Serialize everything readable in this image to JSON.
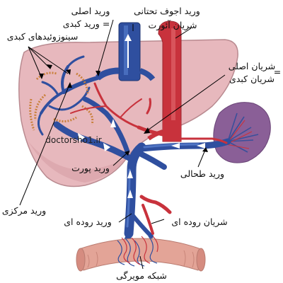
{
  "labels": {
    "inferior_vena_cava": "ورید اجوف تحتانی",
    "hepatic_vein_l1": "ورید اصلی",
    "hepatic_vein_l2": "ورید کبدی =",
    "sinusoids": "سینوزوئیدهای کبدی",
    "aorta": "شریان آئورت",
    "hepatic_artery_l1": "شریان اصلی",
    "hepatic_artery_l2": "شریان کبدی",
    "hepatic_artery_eq": "=",
    "portal_vein": "ورید پورت",
    "splenic_vein": "ورید طحالی",
    "central_vein": "ورید مرکزی",
    "intestinal_vein": "ورید روده ای",
    "intestinal_artery": "شریان روده ای",
    "capillary_network": "شبکه مویرگی"
  },
  "watermark": "doctorsho1.ir",
  "colors": {
    "liver": "#e7b8bd",
    "liver_outline": "#b98a90",
    "vein": "#2f4f9f",
    "vein_light": "#4f74c4",
    "artery": "#c8323c",
    "artery_light": "#e36b6f",
    "spleen": "#8a5f97",
    "intestine": "#e3a497",
    "bile": "#a7785a"
  }
}
